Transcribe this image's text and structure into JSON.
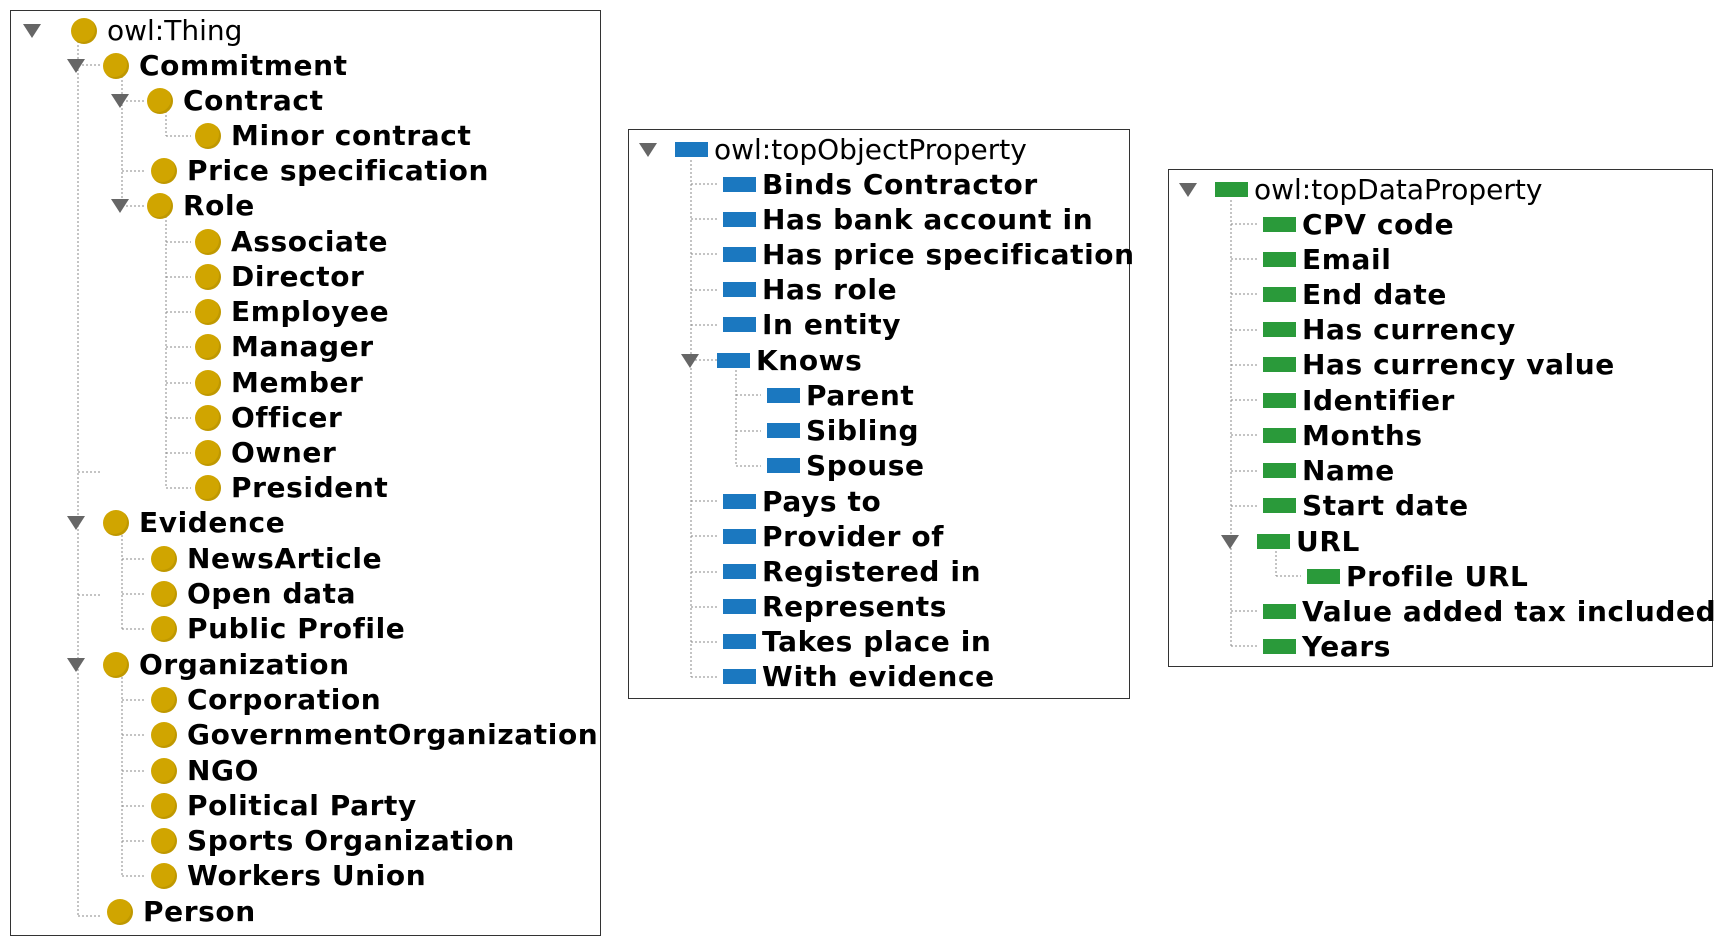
{
  "class_tree": {
    "root": "owl:Thing",
    "commitment": "Commitment",
    "contract": "Contract",
    "minor_contract": "Minor contract",
    "price_specification": "Price specification",
    "role": "Role",
    "roles": [
      "Associate",
      "Director",
      "Employee",
      "Manager",
      "Member",
      "Officer",
      "Owner",
      "President"
    ],
    "evidence": "Evidence",
    "evidence_items": [
      "NewsArticle",
      "Open data",
      "Public Profile"
    ],
    "organization": "Organization",
    "organization_items": [
      "Corporation",
      "GovernmentOrganization",
      "NGO",
      "Political Party",
      "Sports Organization",
      "Workers Union"
    ],
    "person": "Person",
    "icon_color": "#d0a500"
  },
  "object_property_tree": {
    "root": "owl:topObjectProperty",
    "items_before_knows": [
      "Binds Contractor",
      "Has bank account in",
      "Has price specification",
      "Has role",
      "In entity"
    ],
    "knows": "Knows",
    "knows_children": [
      "Parent",
      "Sibling",
      "Spouse"
    ],
    "items_after_knows": [
      "Pays to",
      "Provider of",
      "Registered in",
      "Represents",
      "Takes place in",
      "With evidence"
    ],
    "icon_color": "#1b78c0"
  },
  "data_property_tree": {
    "root": "owl:topDataProperty",
    "items_before_url": [
      "CPV code",
      "Email",
      "End date",
      "Has currency",
      "Has currency value",
      "Identifier",
      "Months",
      "Name",
      "Start date"
    ],
    "url": "URL",
    "url_children": [
      "Profile URL"
    ],
    "items_after_url": [
      "Value added tax included",
      "Years"
    ],
    "icon_color": "#2a9a3a"
  },
  "icons": {
    "expanded_toggle": "triangle-down-icon",
    "class": "class-circle-icon",
    "object_property": "object-property-bar-icon",
    "data_property": "data-property-bar-icon"
  }
}
